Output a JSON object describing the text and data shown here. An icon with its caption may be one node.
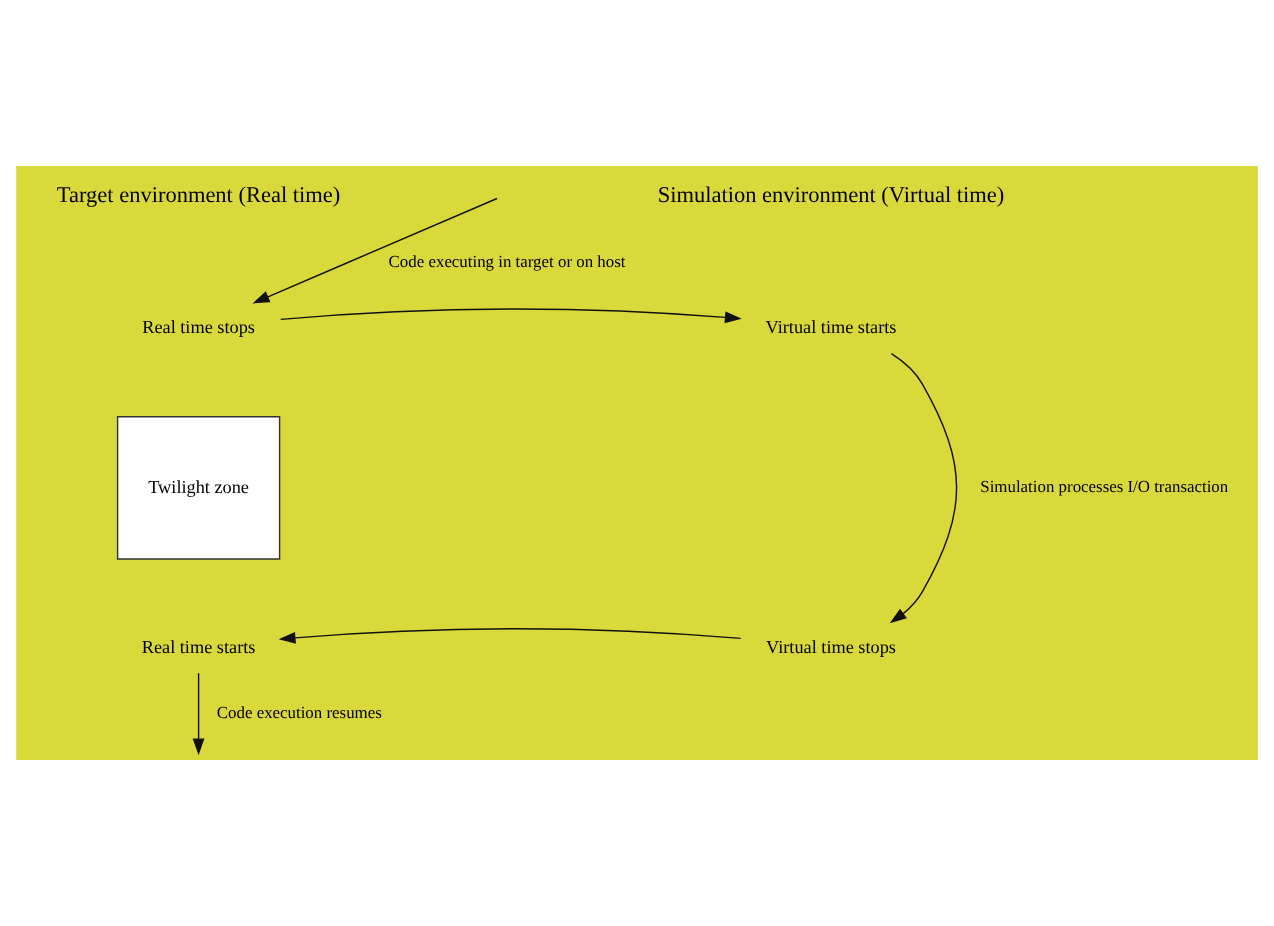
{
  "diagram": {
    "nodes": [
      {
        "text": [
          "Real time stops"
        ]
      },
      {
        "text": [
          "Virtual time starts"
        ]
      },
      {
        "text": [
          "Twilight zone"
        ]
      },
      {
        "text": [
          "Real time starts"
        ]
      },
      {
        "text": [
          "Virtual time stops"
        ]
      }
    ],
    "edges": [
      {
        "from": null,
        "to": 0,
        "arrow": "to",
        "label": "Code executing in target or on host"
      },
      {
        "from": 0,
        "to": 1,
        "arrow": "to"
      },
      {
        "from": 1,
        "to": 4,
        "arrow": "to",
        "label": "Simulation processes I/O transaction"
      },
      {
        "from": 4,
        "to": 3,
        "arrow": "to"
      },
      {
        "from": 3,
        "to": null,
        "arrow": "to",
        "label": "Code execution resumes"
      }
    ],
    "labels": [
      "Target environment (Real time)",
      "Simulation environment (Virtual time)"
    ]
  }
}
